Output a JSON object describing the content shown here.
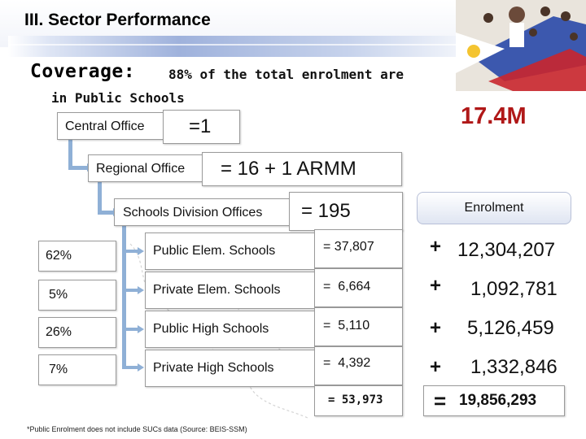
{
  "header": {
    "section_title": "III. Sector Performance"
  },
  "coverage": {
    "heading": "Coverage:",
    "description_line1": "88% of the total enrolment are",
    "description_line2": "in Public Schools",
    "total": "17.4M"
  },
  "hierarchy": {
    "central_office": {
      "label": "Central Office",
      "value": "=1"
    },
    "regional_office": {
      "label": "Regional Office",
      "value": "= 16 + 1 ARMM"
    },
    "division_offices": {
      "label": "Schools Division Offices",
      "value": "= 195"
    }
  },
  "enrolment_header": "Enrolment",
  "rows": [
    {
      "pct": "62%",
      "label": "Public Elem. Schools",
      "count": "= 37,807",
      "op": "+",
      "enrolment": "12,304,207"
    },
    {
      "pct": "5%",
      "label": "Private Elem. Schools",
      "count": "=  6,664",
      "op": "+",
      "enrolment": "1,092,781"
    },
    {
      "pct": "26%",
      "label": "Public High Schools",
      "count": "=  5,110",
      "op": "+",
      "enrolment": "5,126,459"
    },
    {
      "pct": "7%",
      "label": "Private High Schools",
      "count": "=  4,392",
      "op": "+",
      "enrolment": "1,332,846"
    }
  ],
  "totals": {
    "count": "= 53,973",
    "op": "=",
    "enrolment": "19,856,293"
  },
  "footnote": "*Public Enrolment does not include SUCs data (Source: BEIS-SSM)",
  "colors": {
    "accent_red": "#b01818",
    "connector": "#8fb0d6"
  }
}
